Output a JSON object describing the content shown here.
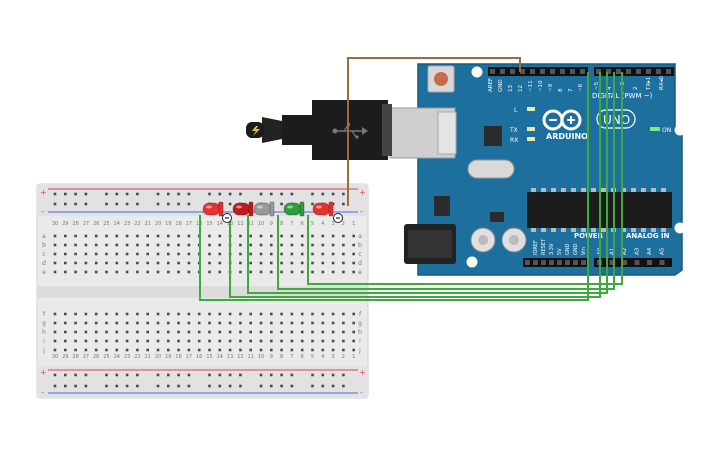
{
  "breadboard": {
    "row_letters_top": [
      "a",
      "b",
      "c",
      "d",
      "e"
    ],
    "row_letters_bottom": [
      "f",
      "g",
      "h",
      "i",
      "j"
    ],
    "column_numbers_top": [
      "30",
      "29",
      "28",
      "27",
      "26",
      "25",
      "24",
      "23",
      "22",
      "21",
      "20",
      "19",
      "18",
      "17",
      "16",
      "15",
      "14",
      "13",
      "12",
      "11",
      "10",
      "9",
      "8",
      "7",
      "6",
      "5",
      "4",
      "3",
      "2",
      "1"
    ],
    "rail_plus": "+",
    "rail_minus": "-"
  },
  "arduino": {
    "brand": "ARDUINO",
    "model": "UNO",
    "on_label": "ON",
    "l_label": "L",
    "tx_label": "TX",
    "rx_label": "RX",
    "digital_label": "DIGITAL (PWM ~)",
    "power_label": "POWER",
    "analog_label": "ANALOG IN",
    "digital_pins": [
      "AREF",
      "GND",
      "13",
      "12",
      "~11",
      "~10",
      "~9",
      "8",
      "7",
      "~6",
      "~5",
      "4",
      "~3",
      "2",
      "TX▸1",
      "RX◂0"
    ],
    "power_pins": [
      "IOREF",
      "RESET",
      "3.3V",
      "5V",
      "GND",
      "GND",
      "Vin"
    ],
    "analog_pins": [
      "A0",
      "A1",
      "A2",
      "A3",
      "A4",
      "A5"
    ]
  },
  "leds": [
    {
      "color": "#e8302e"
    },
    {
      "color": "#c4191b"
    },
    {
      "color": "#9a9a9a"
    },
    {
      "color": "#2f9e3a"
    },
    {
      "color": "#e8302e"
    }
  ],
  "colors": {
    "board_blue": "#1d6f9d",
    "wire_green": "#3eaa3d",
    "wire_brown": "#9c6b3e",
    "breadboard_bg": "#eaeaea"
  }
}
